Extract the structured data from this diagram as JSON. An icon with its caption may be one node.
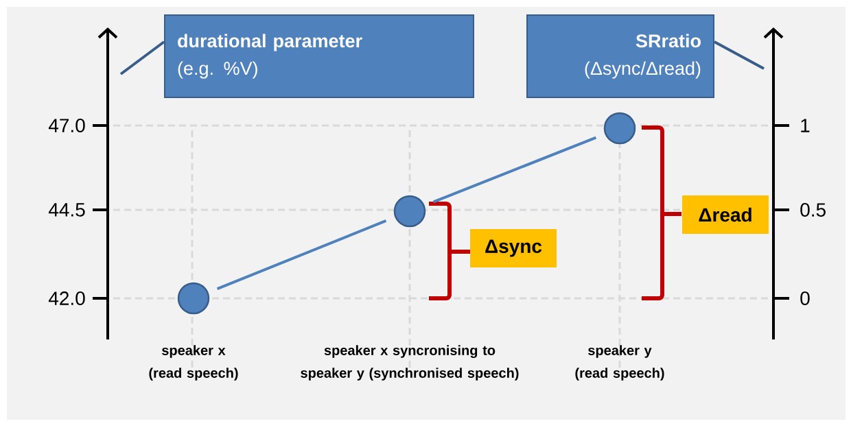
{
  "diagram": {
    "nodes": [
      {
        "text": [
          "durational parameter",
          "(e.g. %V)"
        ]
      },
      {
        "text": [
          "SRratio",
          "(Δsync/Δread)"
        ]
      },
      {
        "text": [],
        "shape": "circle"
      },
      {
        "text": [],
        "shape": "circle"
      },
      {
        "text": [],
        "shape": "circle"
      },
      {
        "text": [
          "Δsync"
        ]
      },
      {
        "text": [
          "Δread"
        ]
      }
    ],
    "edges": [
      {
        "from": 0,
        "to": null,
        "arrow": "none",
        "color": "#385d8a"
      },
      {
        "from": 1,
        "to": null,
        "arrow": "none",
        "color": "#385d8a"
      },
      {
        "from": 2,
        "to": 3,
        "arrow": "none"
      },
      {
        "from": 3,
        "to": 4,
        "arrow": "none"
      }
    ],
    "labels": [
      "47.0",
      "1",
      "44.5",
      "0.5",
      "42.0",
      "0",
      "speaker x (read speech)",
      "speaker x syncronising to speaker y (synchronised speech)",
      "speaker y (read speech)"
    ]
  }
}
